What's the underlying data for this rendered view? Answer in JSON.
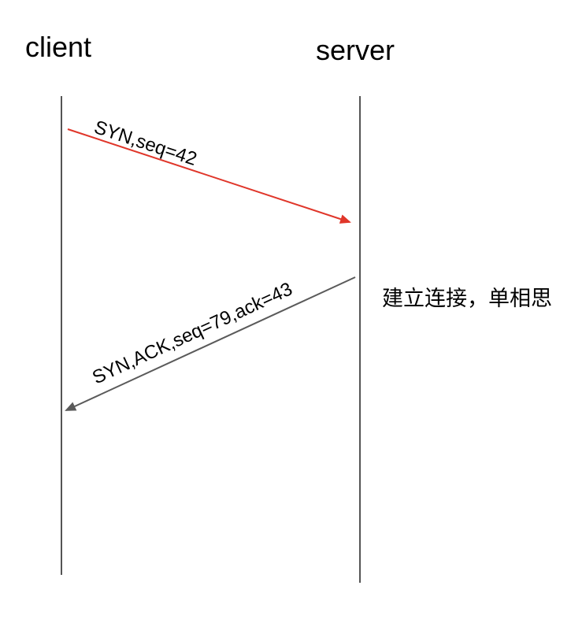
{
  "participants": {
    "left": "client",
    "right": "server"
  },
  "messages": [
    {
      "label": "SYN,seq=42",
      "direction": "client-to-server",
      "color": "#e0362a"
    },
    {
      "label": "SYN,ACK,seq=79,ack=43",
      "direction": "server-to-client",
      "color": "#5a5a5a"
    }
  ],
  "annotation": "建立连接，单相思",
  "colors": {
    "lifeline": "#555555",
    "text": "#000000"
  }
}
